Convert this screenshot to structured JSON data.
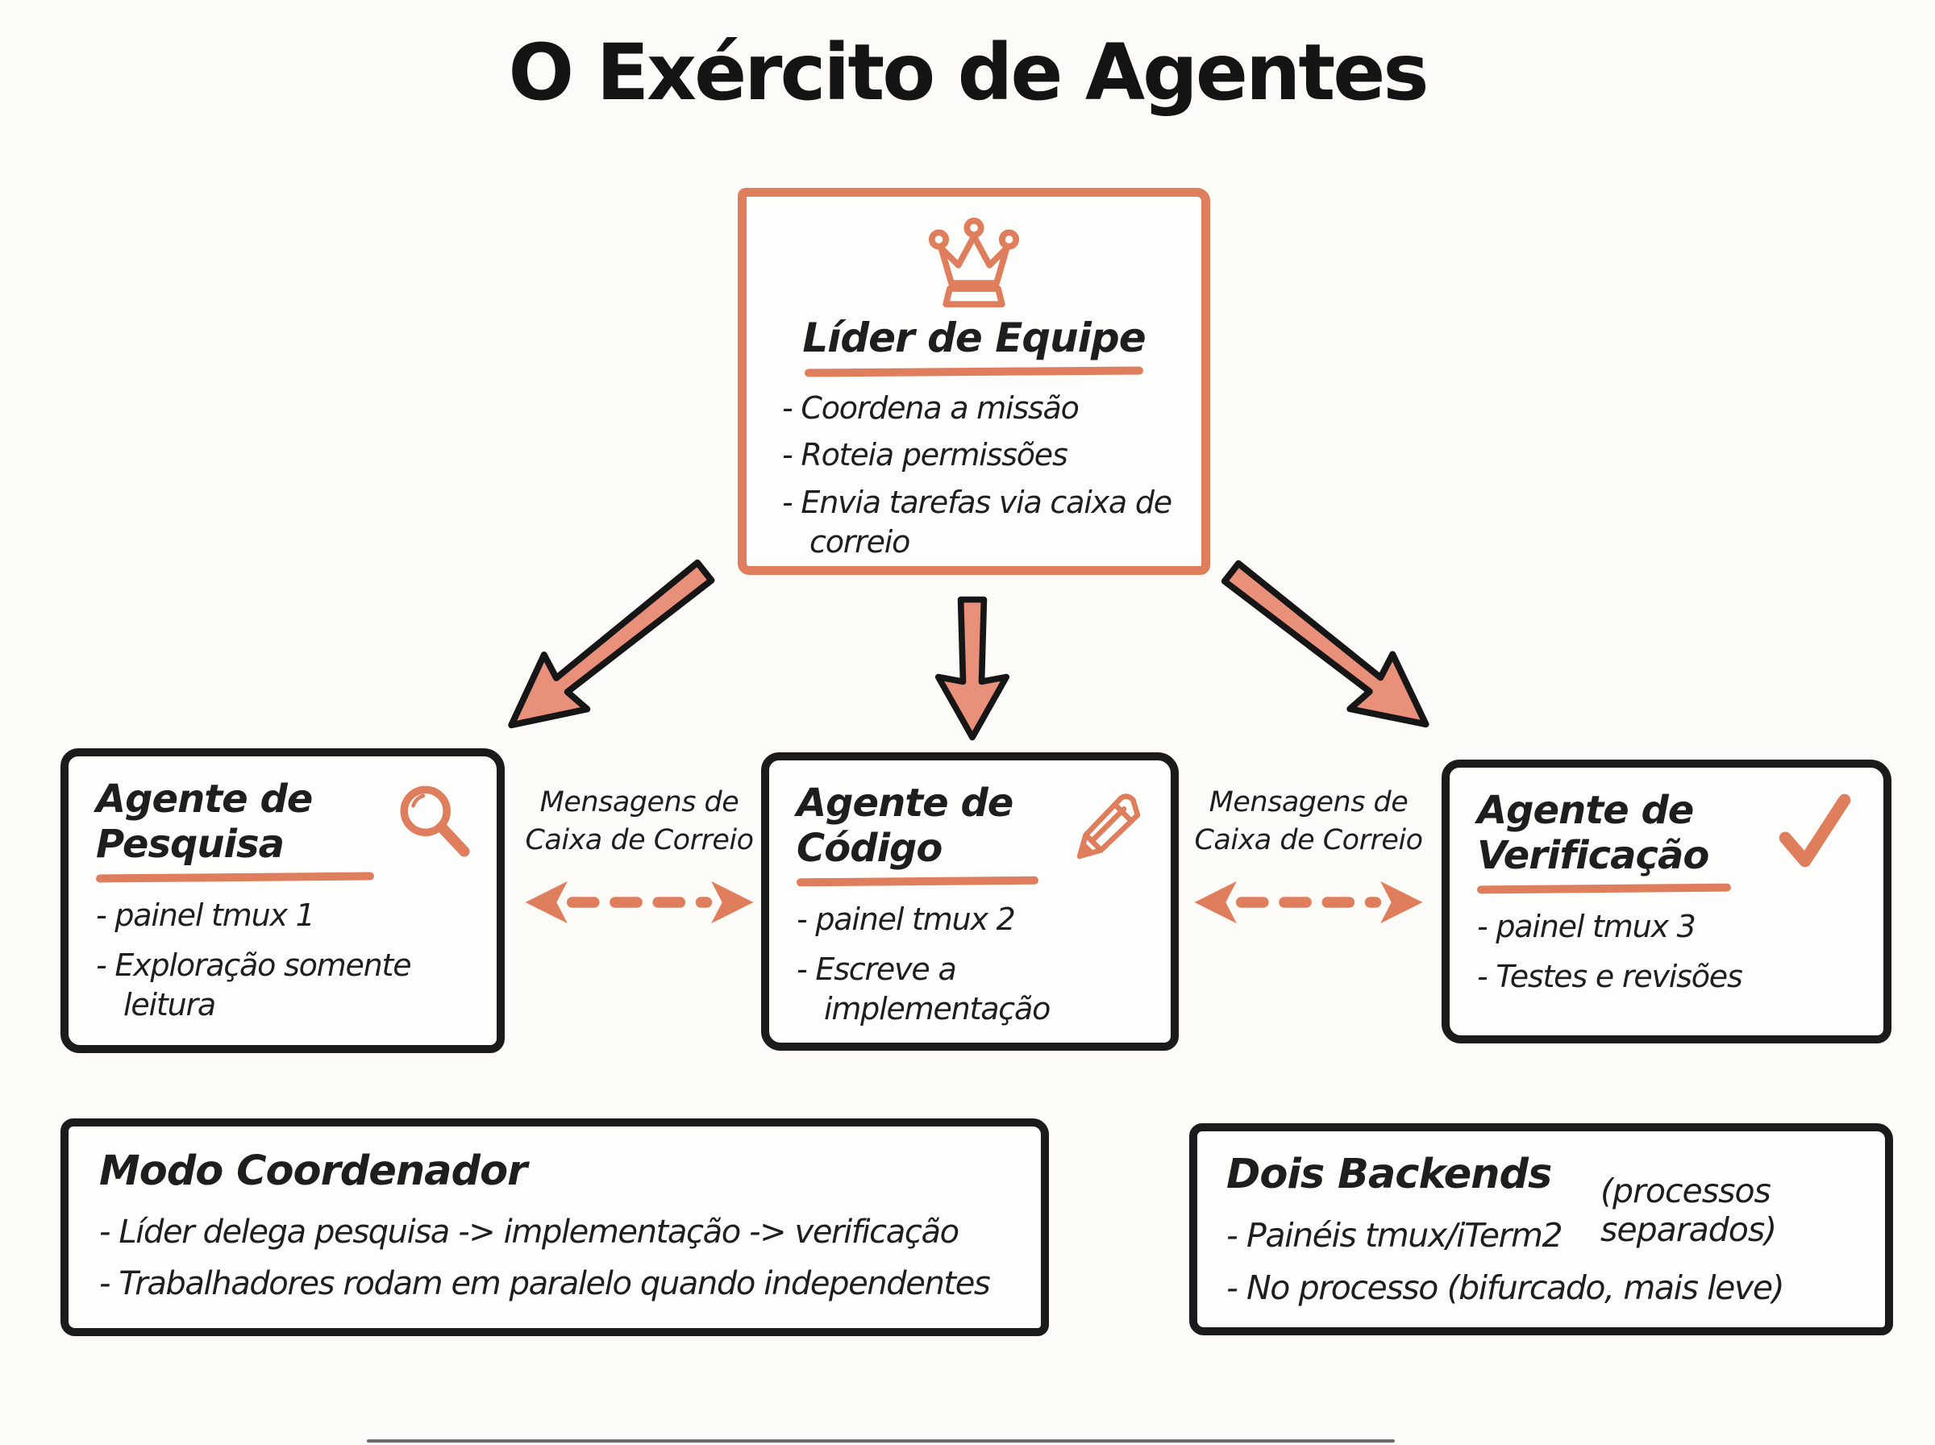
{
  "palette": {
    "accent": "#DF7E5C",
    "accent_fill": "#E9907A",
    "ink": "#1E1E1E",
    "paper": "#FCFBF8"
  },
  "title": "O Exército de Agentes",
  "leader_box": {
    "icon": "crown-icon",
    "title": "Líder de Equipe",
    "bullets": [
      "- Coordena a missão",
      "- Roteia permissões",
      "- Envia tarefas via caixa de correio"
    ]
  },
  "delegation_arrows": [
    "arrow-down-left-icon",
    "arrow-down-icon",
    "arrow-down-right-icon"
  ],
  "mail_links": {
    "left": {
      "icon": "dashed-double-arrow-icon",
      "line1": "Mensagens de",
      "line2": "Caixa de Correio"
    },
    "right": {
      "icon": "dashed-double-arrow-icon",
      "line1": "Mensagens de",
      "line2": "Caixa de Correio"
    }
  },
  "agents": [
    {
      "icon": "magnifier-icon",
      "title_line1": "Agente de",
      "title_line2": "Pesquisa",
      "bullets": [
        "- painel tmux 1",
        "- Exploração somente leitura"
      ]
    },
    {
      "icon": "pencil-icon",
      "title_line1": "Agente de",
      "title_line2": "Código",
      "bullets": [
        "- painel tmux 2",
        "- Escreve a implementação"
      ]
    },
    {
      "icon": "check-icon",
      "title_line1": "Agente de",
      "title_line2": "Verificação",
      "bullets": [
        "- painel tmux 3",
        "- Testes e revisões"
      ]
    }
  ],
  "coordinator_box": {
    "title": "Modo Coordenador",
    "bullets": [
      "- Líder delega pesquisa -> implementação -> verificação",
      "- Trabalhadores rodam em paralelo quando independentes"
    ]
  },
  "backends_box": {
    "title": "Dois Backends",
    "annotation_line1": "(processos",
    "annotation_line2": "separados)",
    "bullets": [
      "- Painéis tmux/iTerm2",
      "- No processo (bifurcado, mais leve)"
    ]
  }
}
